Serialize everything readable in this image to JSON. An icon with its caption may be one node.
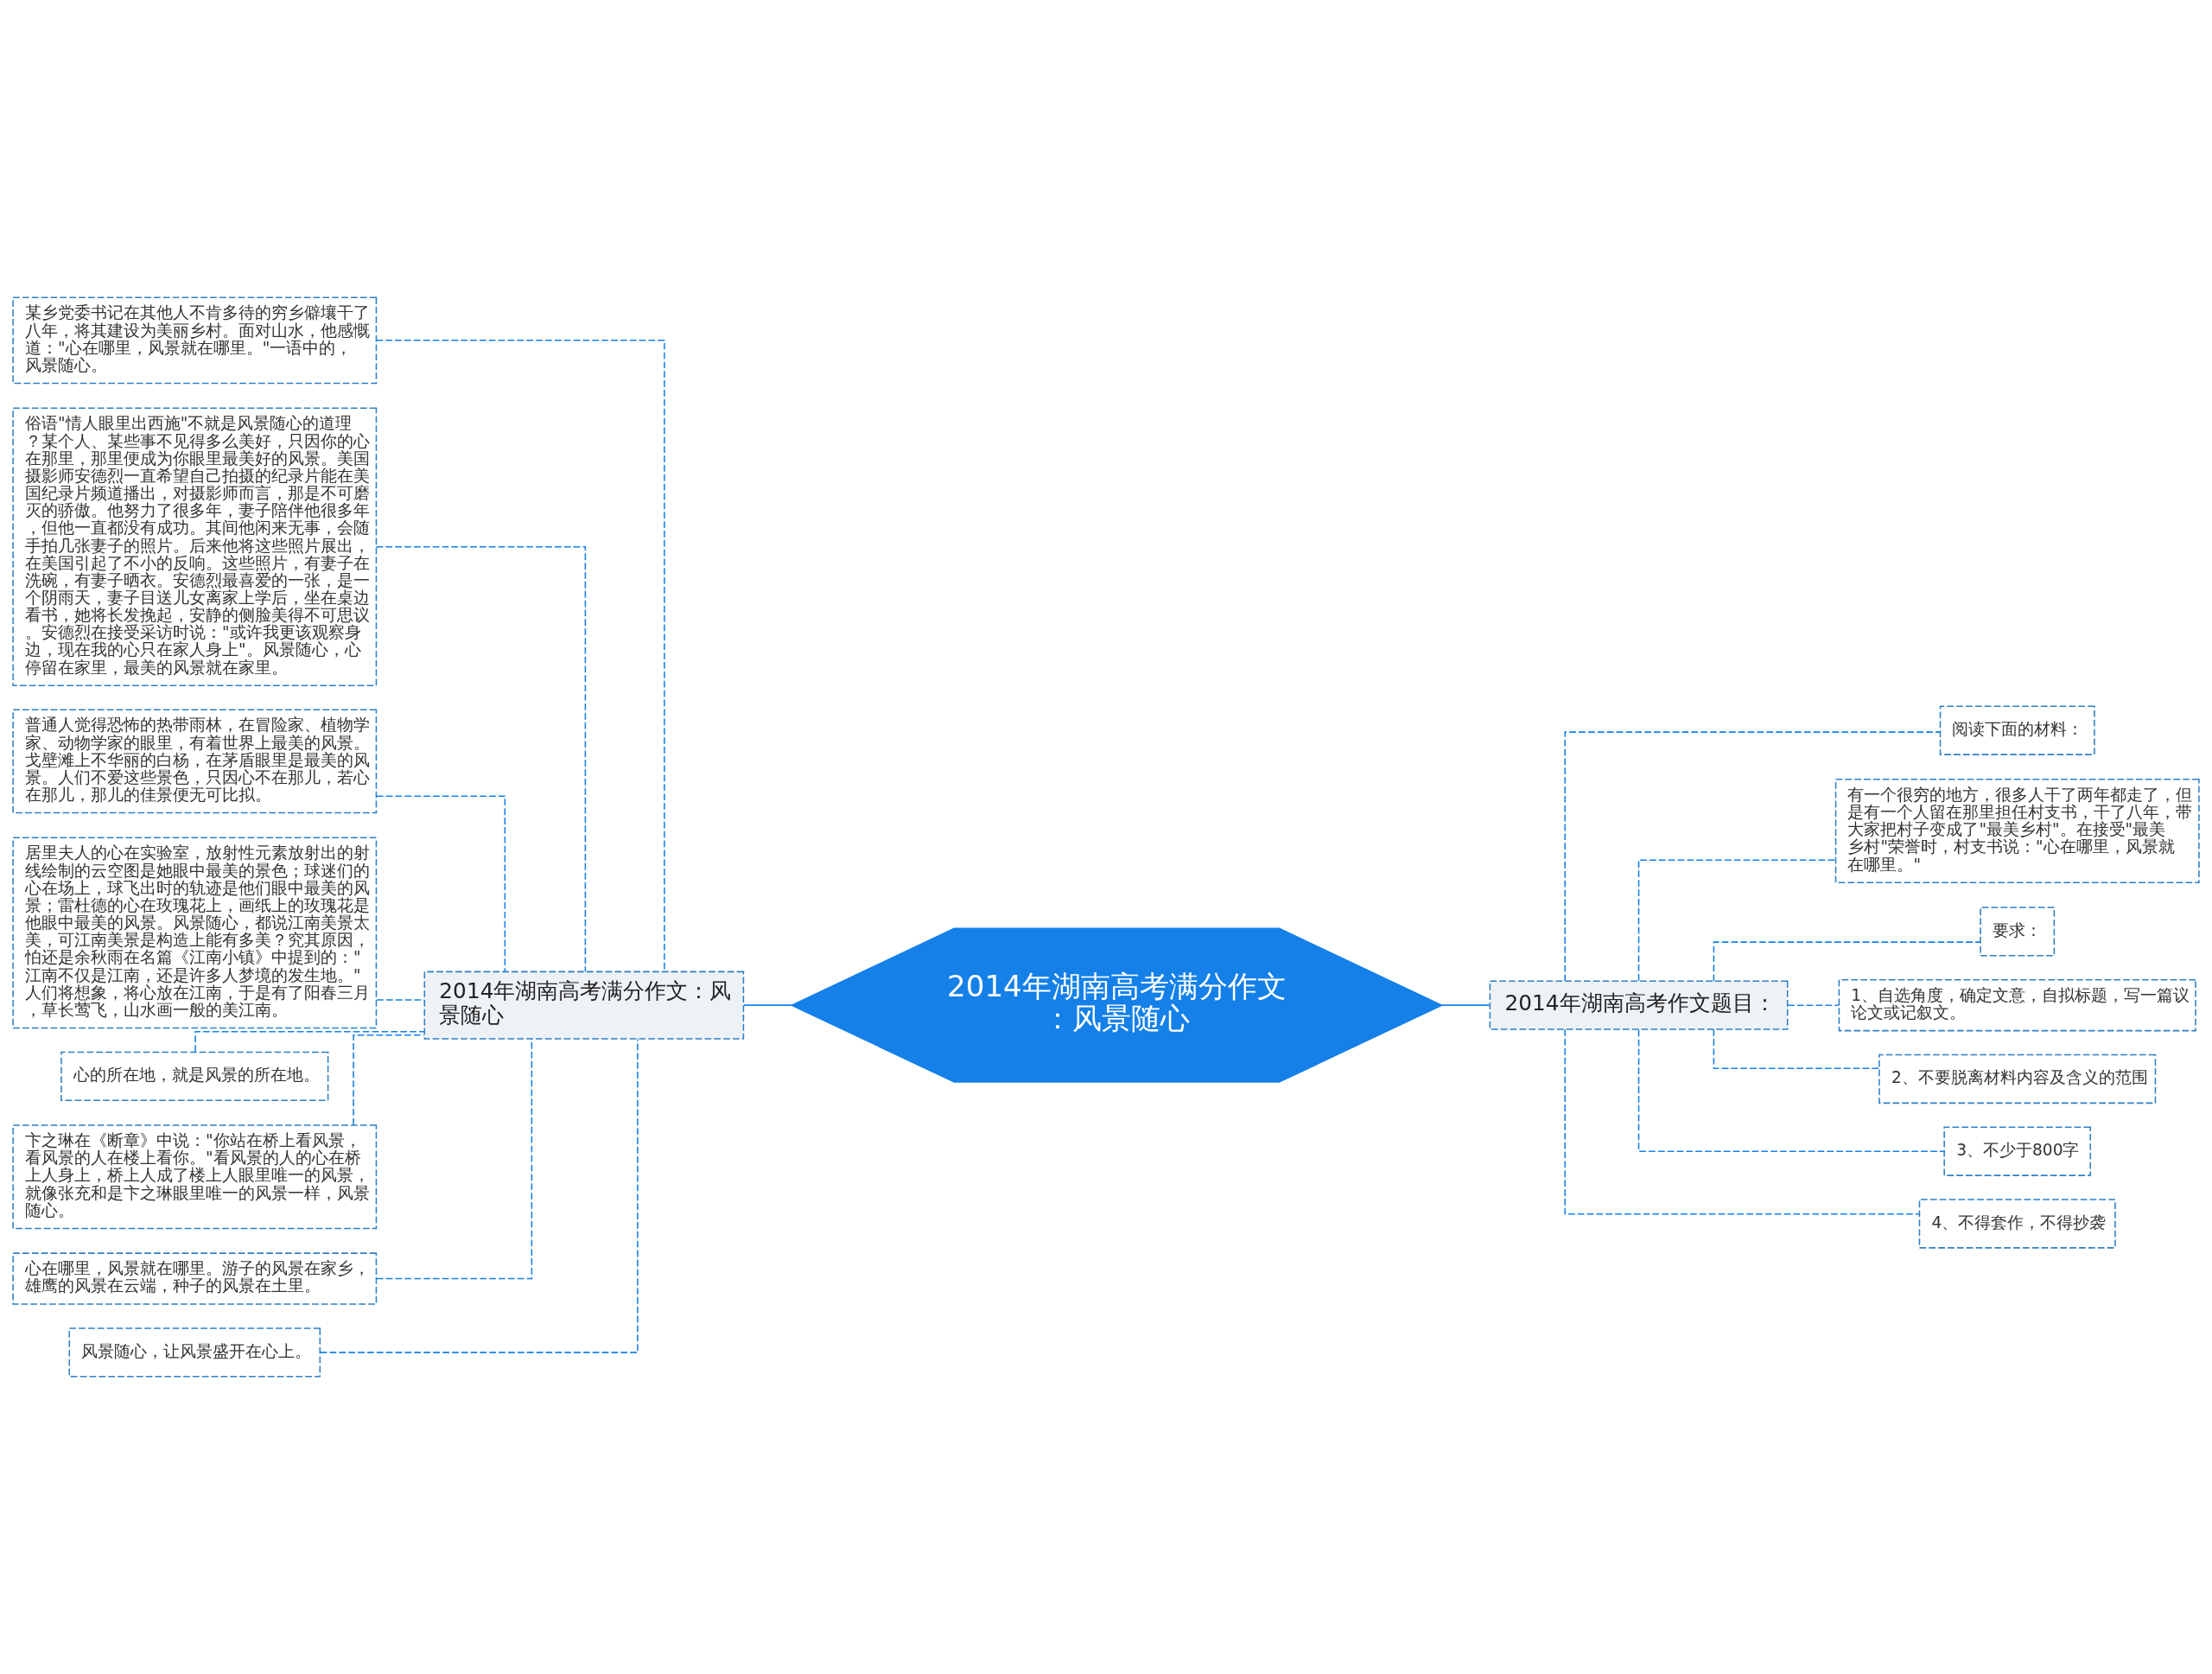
{
  "diagram": {
    "nodes": [
      {
        "text": [
          "2014年湖南高考满分作文：风景随心"
        ]
      },
      {
        "text": [
          "2014年湖南高考满分作文：风景随心"
        ]
      },
      {
        "text": [
          "2014年湖南高考作文题目："
        ]
      },
      {
        "text": [
          "某乡党委书记在其他人不肯多待的穷乡僻壤干了八年，将其建设为美丽乡村。面对山水，他感慨道：\"心在哪里，风景就在哪里。\"一语中的，风景随心。"
        ]
      },
      {
        "text": [
          "俗语\"情人眼里出西施\"不就是风景随心的道理？某个人、某些事不见得多么美好，只因你的心在那里，那里便成为你眼里最美好的风景。美国摄影师安德烈一直希望自己拍摄的纪录片能在美国纪录片频道播出，对摄影师而言，那是不可磨灭的骄傲。他努力了很多年，妻子陪伴他很多年，但他一直都没有成功。其间他闲来无事，会随手拍几张妻子的照片。后来他将这些照片展出，在美国引起了不小的反响。这些照片，有妻子在洗碗，有妻子晒衣。安德烈最喜爱的一张，是一个阴雨天，妻子目送儿女离家上学后，坐在桌边看书，她将长发挽起，安静的侧脸美得不可思议。安德烈在接受采访时说：\"或许我更该观察身边，现在我的心只在家人身上\"。风景随心，心停留在家里，最美的风景就在家里。"
        ]
      },
      {
        "text": [
          "普通人觉得恐怖的热带雨林，在冒险家、植物学家、动物学家的眼里，有着世界上最美的风景。戈壁滩上不华丽的白杨，在茅盾眼里是最美的风景。人们不爱这些景色，只因心不在那儿，若心在那儿，那儿的佳景便无可比拟。"
        ]
      },
      {
        "text": [
          "居里夫人的心在实验室，放射性元素放射出的射线绘制的云空图是她眼中最美的景色；球迷们的心在场上，球飞出时的轨迹是他们眼中最美的风景；雷杜德的心在玫瑰花上，画纸上的玫瑰花是他眼中最美的风景。风景随心，都说江南美景太美，可江南美景是构造上能有多美？究其原因，怕还是余秋雨在名篇《江南小镇》中提到的：\"江南不仅是江南，还是许多人梦境的发生地。\"人们将想象，将心放在江南，于是有了阳春三月，草长莺飞，山水画一般的美江南。"
        ]
      },
      {
        "text": [
          "心的所在地，就是风景的所在地。"
        ]
      },
      {
        "text": [
          "卞之琳在《断章》中说：\"你站在桥上看风景，看风景的人在楼上看你。\"看风景的人的心在桥上人身上，桥上人成了楼上人眼里唯一的风景，就像张充和是卞之琳眼里唯一的风景一样，风景随心。"
        ]
      },
      {
        "text": [
          "心在哪里，风景就在哪里。游子的风景在家乡，雄鹰的风景在云端，种子的风景在土里。"
        ]
      },
      {
        "text": [
          "风景随心，让风景盛开在心上。"
        ]
      },
      {
        "text": [
          "阅读下面的材料："
        ]
      },
      {
        "text": [
          "有一个很穷的地方，很多人干了两年都走了，但是有一个人留在那里担任村支书，干了八年，带大家把村子变成了\"最美乡村\"。在接受\"最美乡村\"荣誉时，村支书说：\"心在哪里，风景就在哪里。\""
        ]
      },
      {
        "text": [
          "要求："
        ]
      },
      {
        "text": [
          "1、自选角度，确定文意，自拟标题，写一篇议论文或记叙文。"
        ]
      },
      {
        "text": [
          "2、不要脱离材料内容及含义的范围"
        ]
      },
      {
        "text": [
          "3、不少于800字"
        ]
      },
      {
        "text": [
          "4、不得套作，不得抄袭"
        ]
      }
    ],
    "edges": [
      {
        "from": 0,
        "to": 1,
        "arrow": "none"
      },
      {
        "from": 0,
        "to": 2,
        "arrow": "none"
      },
      {
        "from": 1,
        "to": 3,
        "arrow": "none",
        "style": "dashed"
      },
      {
        "from": 1,
        "to": 4,
        "arrow": "none",
        "style": "dashed"
      },
      {
        "from": 1,
        "to": 5,
        "arrow": "none",
        "style": "dashed"
      },
      {
        "from": 1,
        "to": 6,
        "arrow": "none",
        "style": "dashed"
      },
      {
        "from": 1,
        "to": 7,
        "arrow": "none",
        "style": "dashed"
      },
      {
        "from": 1,
        "to": 8,
        "arrow": "none",
        "style": "dashed"
      },
      {
        "from": 1,
        "to": 9,
        "arrow": "none",
        "style": "dashed"
      },
      {
        "from": 1,
        "to": 10,
        "arrow": "none",
        "style": "dashed"
      },
      {
        "from": 2,
        "to": 11,
        "arrow": "none",
        "style": "dashed"
      },
      {
        "from": 2,
        "to": 12,
        "arrow": "none",
        "style": "dashed"
      },
      {
        "from": 2,
        "to": 13,
        "arrow": "none",
        "style": "dashed"
      },
      {
        "from": 2,
        "to": 14,
        "arrow": "none",
        "style": "dashed"
      },
      {
        "from": 2,
        "to": 15,
        "arrow": "none",
        "style": "dashed"
      },
      {
        "from": 2,
        "to": 16,
        "arrow": "none",
        "style": "dashed"
      },
      {
        "from": 2,
        "to": 17,
        "arrow": "none",
        "style": "dashed"
      }
    ]
  }
}
